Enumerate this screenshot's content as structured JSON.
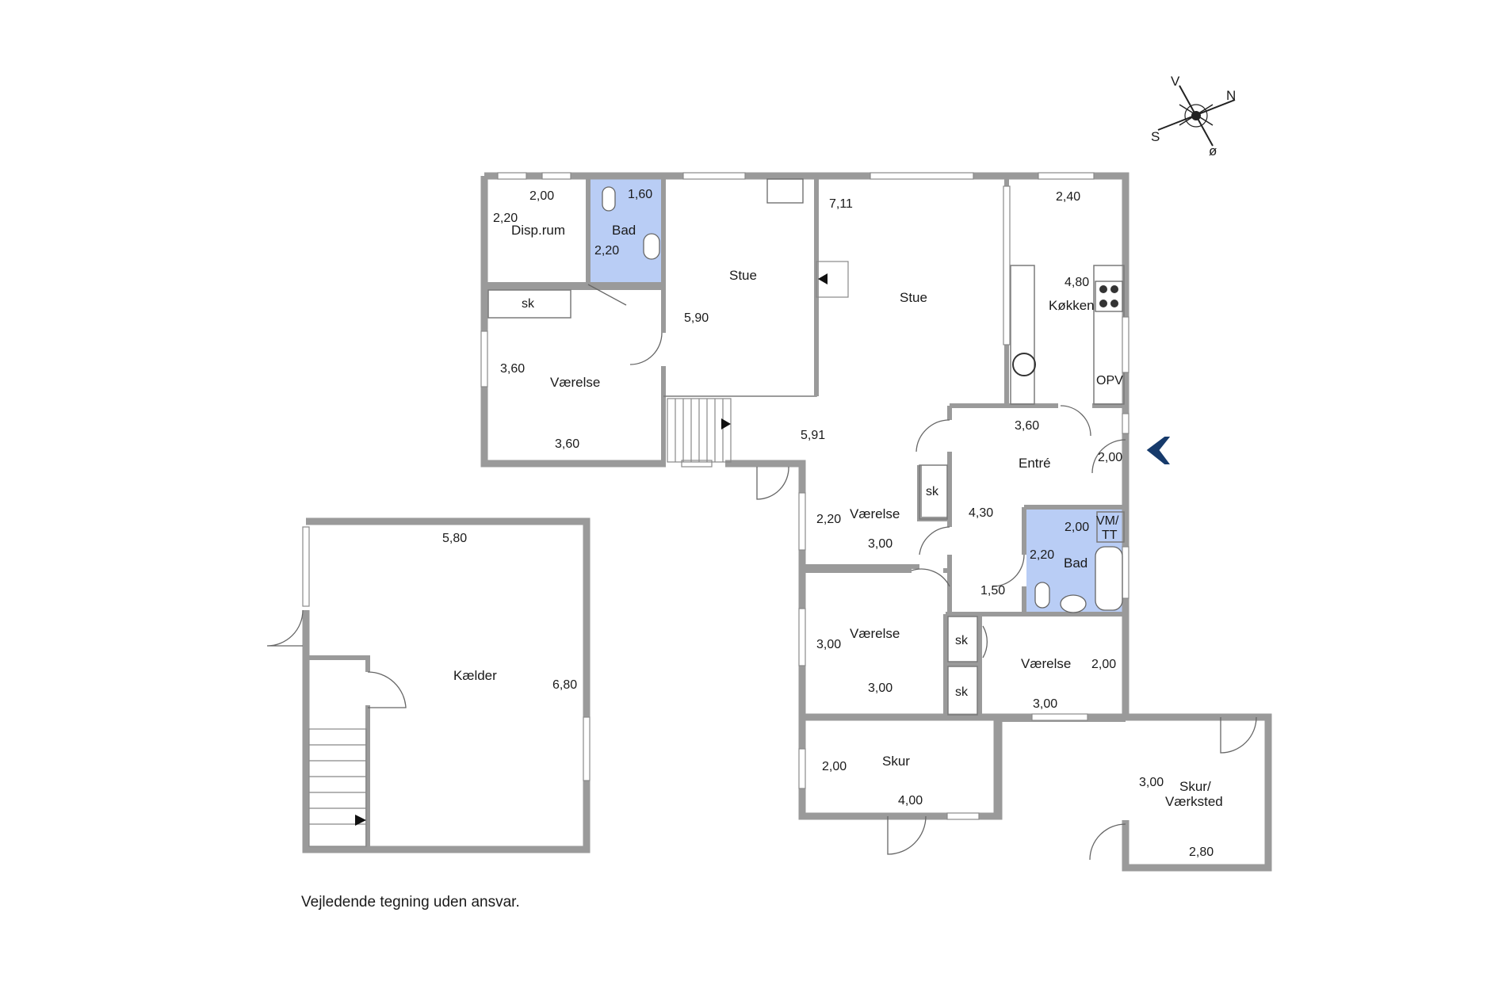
{
  "compass": {
    "v": "V",
    "n": "N",
    "s": "S",
    "o": "ø"
  },
  "rooms": {
    "disp": {
      "name": "Disp.rum",
      "w": "2,00",
      "h": "2,20"
    },
    "bad1": {
      "name": "Bad",
      "w": "1,60",
      "h": "2,20"
    },
    "stue1": {
      "name": "Stue",
      "h": "5,90"
    },
    "stue2": {
      "name": "Stue",
      "w": "7,11",
      "h": "5,91"
    },
    "koekken": {
      "name": "Køkken",
      "w": "2,40",
      "h": "4,80",
      "opv": "OPV"
    },
    "sk1": {
      "name": "sk"
    },
    "vaer1": {
      "name": "Værelse",
      "w": "3,60",
      "h": "3,60"
    },
    "entre": {
      "name": "Entré",
      "w": "3,60",
      "h": "4,30",
      "w2": "2,00",
      "h2": "1,50"
    },
    "vaer2": {
      "name": "Værelse",
      "w": "3,00",
      "h": "2,20",
      "sk": "sk"
    },
    "bad2": {
      "name": "Bad",
      "w": "2,00",
      "h": "2,20",
      "vm1": "VM/",
      "vm2": "TT"
    },
    "vaer3": {
      "name": "Værelse",
      "w": "3,00",
      "h": "3,00",
      "sk": "sk"
    },
    "vaer4": {
      "name": "Værelse",
      "w": "3,00",
      "h": "2,00",
      "sk": "sk"
    },
    "skur": {
      "name": "Skur",
      "w": "4,00",
      "h": "2,00"
    },
    "skur2": {
      "name1": "Skur/",
      "name2": "Værksted",
      "w": "2,80",
      "h": "3,00"
    },
    "kaelder": {
      "name": "Kælder",
      "w": "5,80",
      "h": "6,80"
    }
  },
  "disclaimer": "Vejledende tegning uden ansvar."
}
